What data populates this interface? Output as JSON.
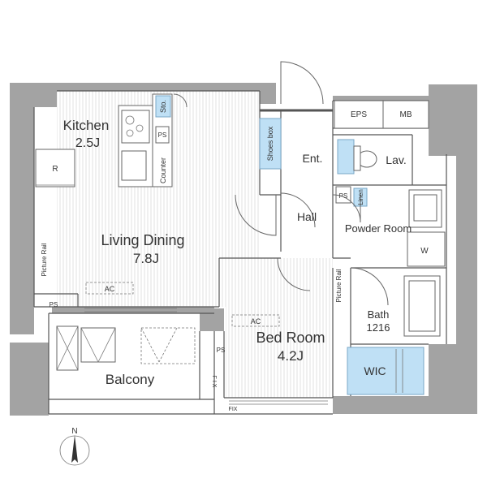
{
  "rooms": {
    "kitchen": {
      "name": "Kitchen",
      "size": "2.5J"
    },
    "living": {
      "name": "Living Dining",
      "size": "7.8J"
    },
    "bedroom": {
      "name": "Bed Room",
      "size": "4.2J"
    },
    "bath": {
      "name": "Bath",
      "size": "1216"
    },
    "balcony": {
      "name": "Balcony"
    },
    "entrance": {
      "name": "Ent."
    },
    "hall": {
      "name": "Hall"
    },
    "lavatory": {
      "name": "Lav."
    },
    "powder_room": {
      "name": "Powder Room"
    },
    "wic": {
      "name": "WIC"
    }
  },
  "fixtures": {
    "storage": "Sto.",
    "ps": "PS",
    "counter": "Counter",
    "refrigerator": "R",
    "shoes_box": "Shoes box",
    "eps": "EPS",
    "mb": "MB",
    "linen": "Linen",
    "washer": "W",
    "ac": "AC",
    "picture_rail": "Picture Rail",
    "fix": "FIX",
    "fix_vertical": "F I X"
  },
  "compass": {
    "north": "N"
  },
  "colors": {
    "wall": "#a3a3a3",
    "blue_fixture": "#bfe0f5",
    "floor_stripe": "#e4e4e4"
  }
}
